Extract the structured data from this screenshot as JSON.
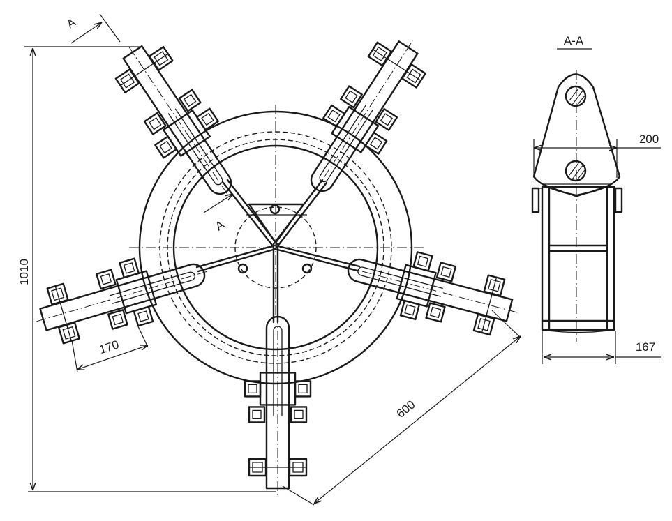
{
  "labels": {
    "section_mark": "A",
    "section_mark_lower": "A",
    "section_title": "A-A",
    "dim_height": "1010",
    "dim_bolt_spacing": "170",
    "dim_arm_length": "600",
    "dim_lug_width": "200",
    "dim_base_width": "167"
  }
}
